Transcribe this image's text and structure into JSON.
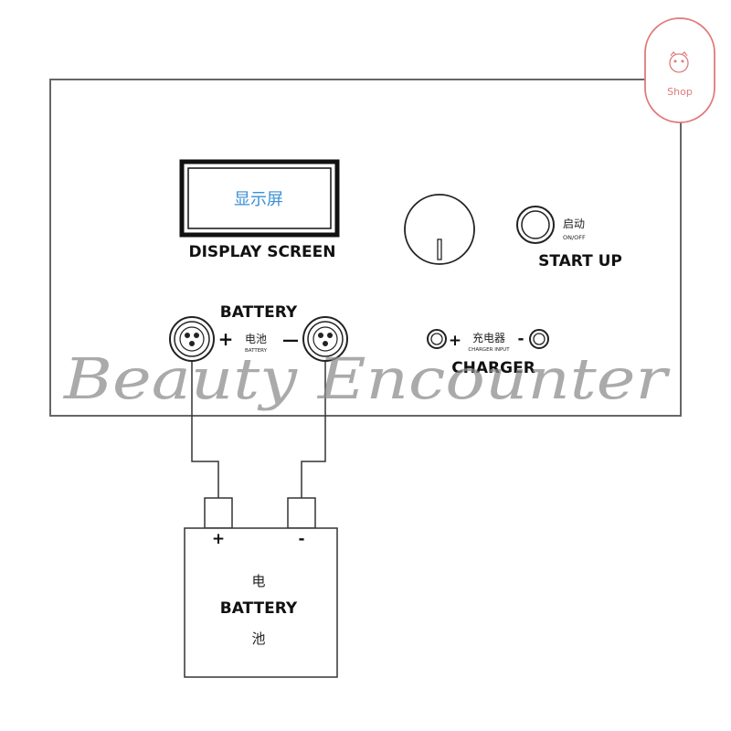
{
  "panel": {
    "display": {
      "screen_text_cn": "显示屏",
      "label": "DISPLAY SCREEN"
    },
    "knob": {},
    "start_button": {
      "label_cn": "启动",
      "label_small": "ON/OFF",
      "label": "START UP"
    },
    "battery_ports": {
      "label": "BATTERY",
      "label_cn": "电池",
      "label_small": "BATTERY",
      "plus": "+",
      "minus": "—"
    },
    "charger_ports": {
      "plus": "+",
      "minus": "-",
      "label_cn": "充电器",
      "label_small": "CHARGER INPUT",
      "label": "CHARGER"
    }
  },
  "battery": {
    "terminal_plus": "+",
    "terminal_minus": "-",
    "label_cn_top": "电",
    "label": "BATTERY",
    "label_cn_bottom": "池"
  },
  "watermark": {
    "text": "Beauty Encounter",
    "badge_text": "Shop",
    "badge_color": "#e07a7a"
  },
  "colors": {
    "screen_text": "#3a8fd6",
    "line": "#333333"
  }
}
